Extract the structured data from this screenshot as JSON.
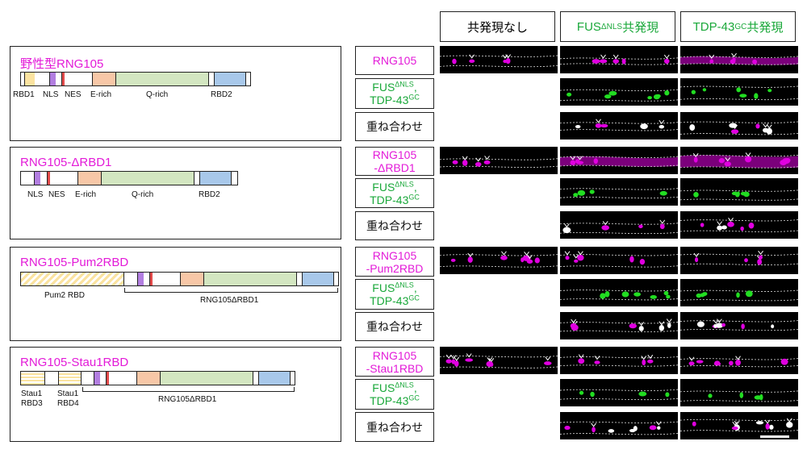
{
  "headers": {
    "none": "共発現なし",
    "fus_prefix": "FUS",
    "fus_sup": "ΔNLS",
    "fus_suffix": " 共発現",
    "tdp_prefix": "TDP-43",
    "tdp_sup": "GC",
    "tdp_suffix": " 共発現"
  },
  "constructs": [
    {
      "title": "野性型RNG105",
      "domains": [
        "RBD1",
        "NLS",
        "NES",
        "E-rich",
        "Q-rich",
        "RBD2"
      ]
    },
    {
      "title": "RNG105-ΔRBD1",
      "domains": [
        "NLS",
        "NES",
        "E-rich",
        "Q-rich",
        "RBD2"
      ]
    },
    {
      "title": "RNG105-Pum2RBD",
      "domains": [
        "Pum2 RBD",
        "RNG105ΔRBD1"
      ]
    },
    {
      "title": "RNG105-Stau1RBD",
      "domains": [
        "Stau1\nRBD3",
        "Stau1\nRBD4",
        "RNG105ΔRBD1"
      ]
    }
  ],
  "row_labels": {
    "rng105": "RNG105",
    "rng105_drbd1_a": "RNG105",
    "rng105_drbd1_b": "-ΔRBD1",
    "rng105_pum_a": "RNG105",
    "rng105_pum_b": "-Pum2RBD",
    "rng105_stau_a": "RNG105",
    "rng105_stau_b": "-Stau1RBD",
    "fus": "FUS",
    "fus_sup": "ΔNLS",
    "comma": ",",
    "tdp": "TDP-43",
    "tdp_sup": "GC",
    "merge": "重ね合わせ"
  },
  "colors": {
    "magenta_text": "#e31ad8",
    "green_text": "#1aa83a",
    "rbd1": "#fbe3a0",
    "nls": "#b27ee0",
    "nes": "#e24a4a",
    "erich": "#f7c7a7",
    "qrich": "#d3e6c1",
    "rbd2": "#a8c8ea",
    "signal_magenta": "#e000e0",
    "signal_green": "#22dd22"
  }
}
